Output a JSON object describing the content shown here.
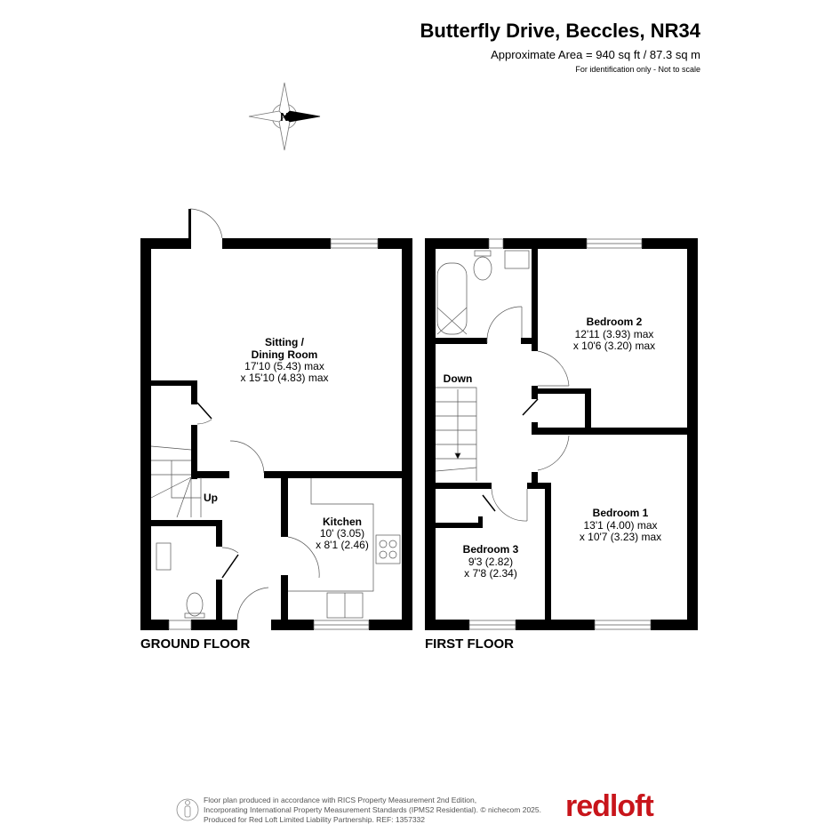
{
  "header": {
    "title": "Butterfly Drive, Beccles, NR34",
    "area": "Approximate Area = 940 sq ft / 87.3 sq m",
    "note": "For identification only - Not to scale"
  },
  "compass": {
    "label": "N"
  },
  "ground_floor": {
    "label": "GROUND FLOOR",
    "rooms": [
      {
        "name1": "Sitting /",
        "name2": "Dining Room",
        "dim1": "17'10 (5.43) max",
        "dim2": "x 15'10 (4.83) max"
      },
      {
        "name": "Kitchen",
        "dim1": "10' (3.05)",
        "dim2": "x 8'1 (2.46)"
      }
    ],
    "stairs": "Up"
  },
  "first_floor": {
    "label": "FIRST FLOOR",
    "rooms": [
      {
        "name": "Bedroom 2",
        "dim1": "12'11 (3.93) max",
        "dim2": "x 10'6 (3.20) max"
      },
      {
        "name": "Bedroom 1",
        "dim1": "13'1 (4.00) max",
        "dim2": "x 10'7 (3.23) max"
      },
      {
        "name": "Bedroom 3",
        "dim1": "9'3 (2.82)",
        "dim2": "x 7'8 (2.34)"
      }
    ],
    "stairs": "Down"
  },
  "footer": {
    "line1": "Floor plan produced in accordance with RICS Property Measurement 2nd Edition,",
    "line2": "Incorporating International Property Measurement Standards (IPMS2 Residential).   © nichecom 2025.",
    "line3": "Produced for Red Loft Limited Liability Partnership.   REF:  1357332",
    "logo": "redloft",
    "logo_color": "#c8151b"
  }
}
